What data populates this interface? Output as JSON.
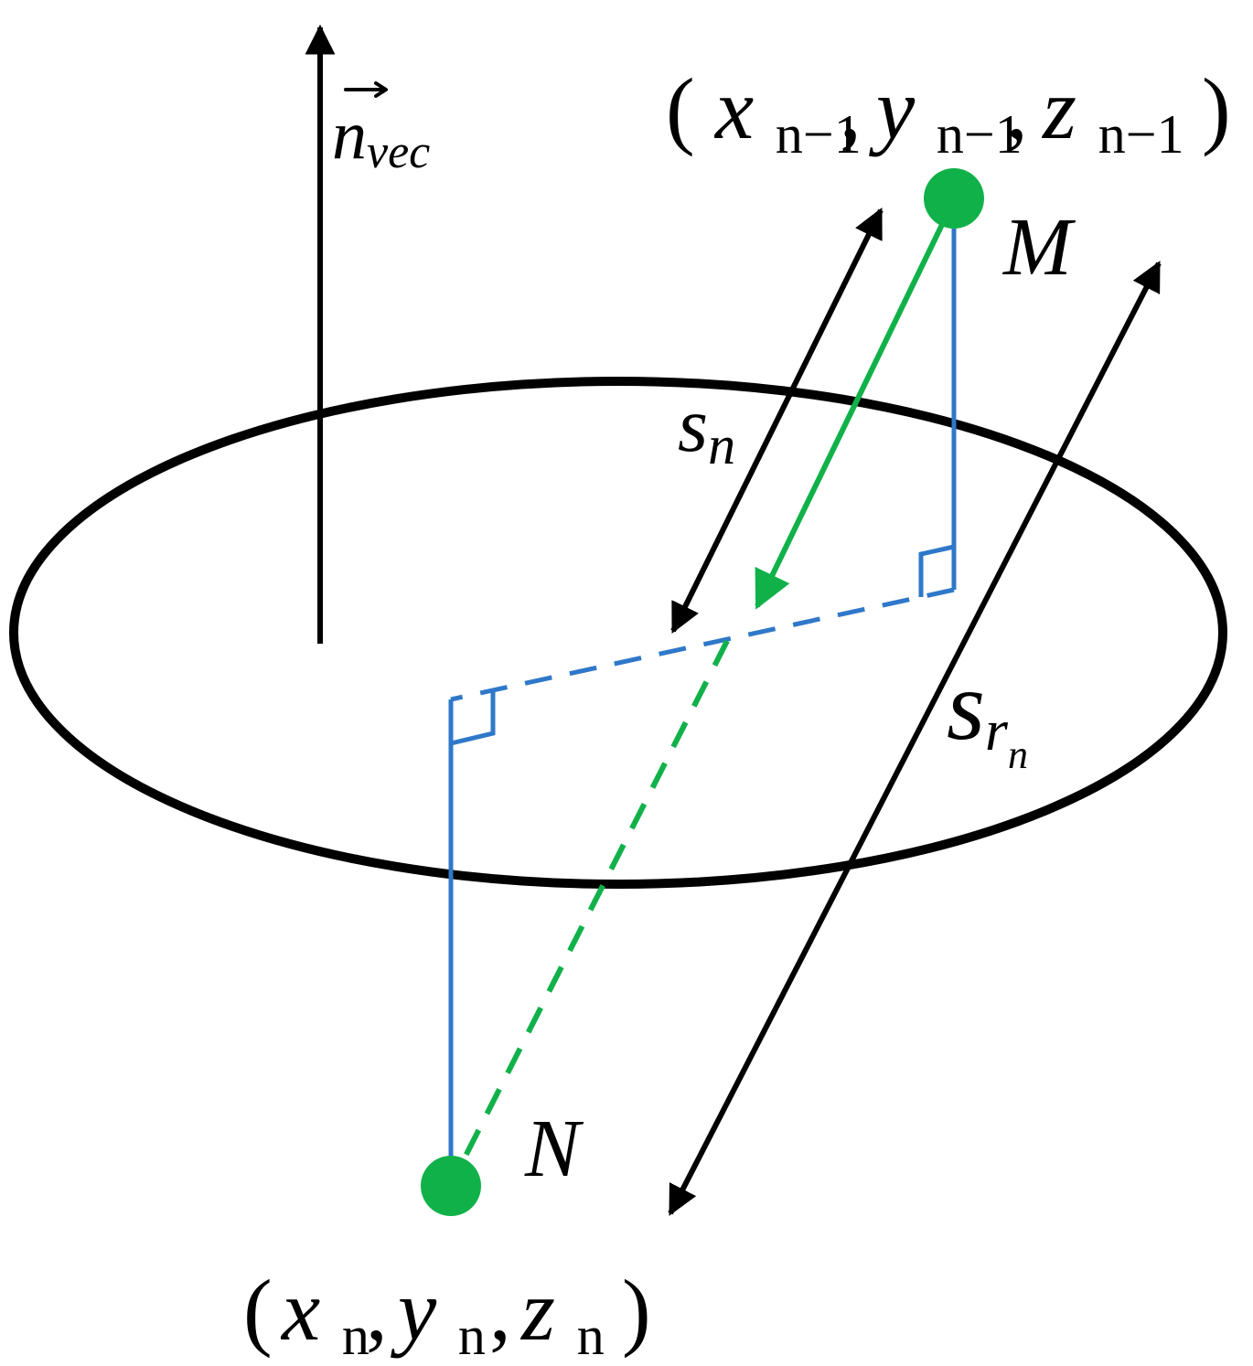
{
  "colors": {
    "outline": "#000000",
    "blue": "#2f78c9",
    "green": "#11b14a"
  },
  "labels": {
    "normal_vector": "n",
    "normal_vector_sub": "vec",
    "point_m": "M",
    "point_n": "N",
    "segment_s": "s",
    "segment_s_sub": "n",
    "segment_sr": "s",
    "segment_sr_sub": "r",
    "segment_sr_subsub": "n"
  },
  "coordinates": {
    "m": {
      "open": "(",
      "x": "x",
      "x_sub": "n−1",
      "comma1": ",",
      "y": "y",
      "y_sub": "n−1",
      "comma2": ",",
      "z": "z",
      "z_sub": "n−1",
      "close": ")"
    },
    "n": {
      "open": "(",
      "x": "x",
      "x_sub": "n",
      "comma1": ",",
      "y": "y",
      "y_sub": "n",
      "comma2": ",",
      "z": "z",
      "z_sub": "n",
      "close": ")"
    }
  }
}
